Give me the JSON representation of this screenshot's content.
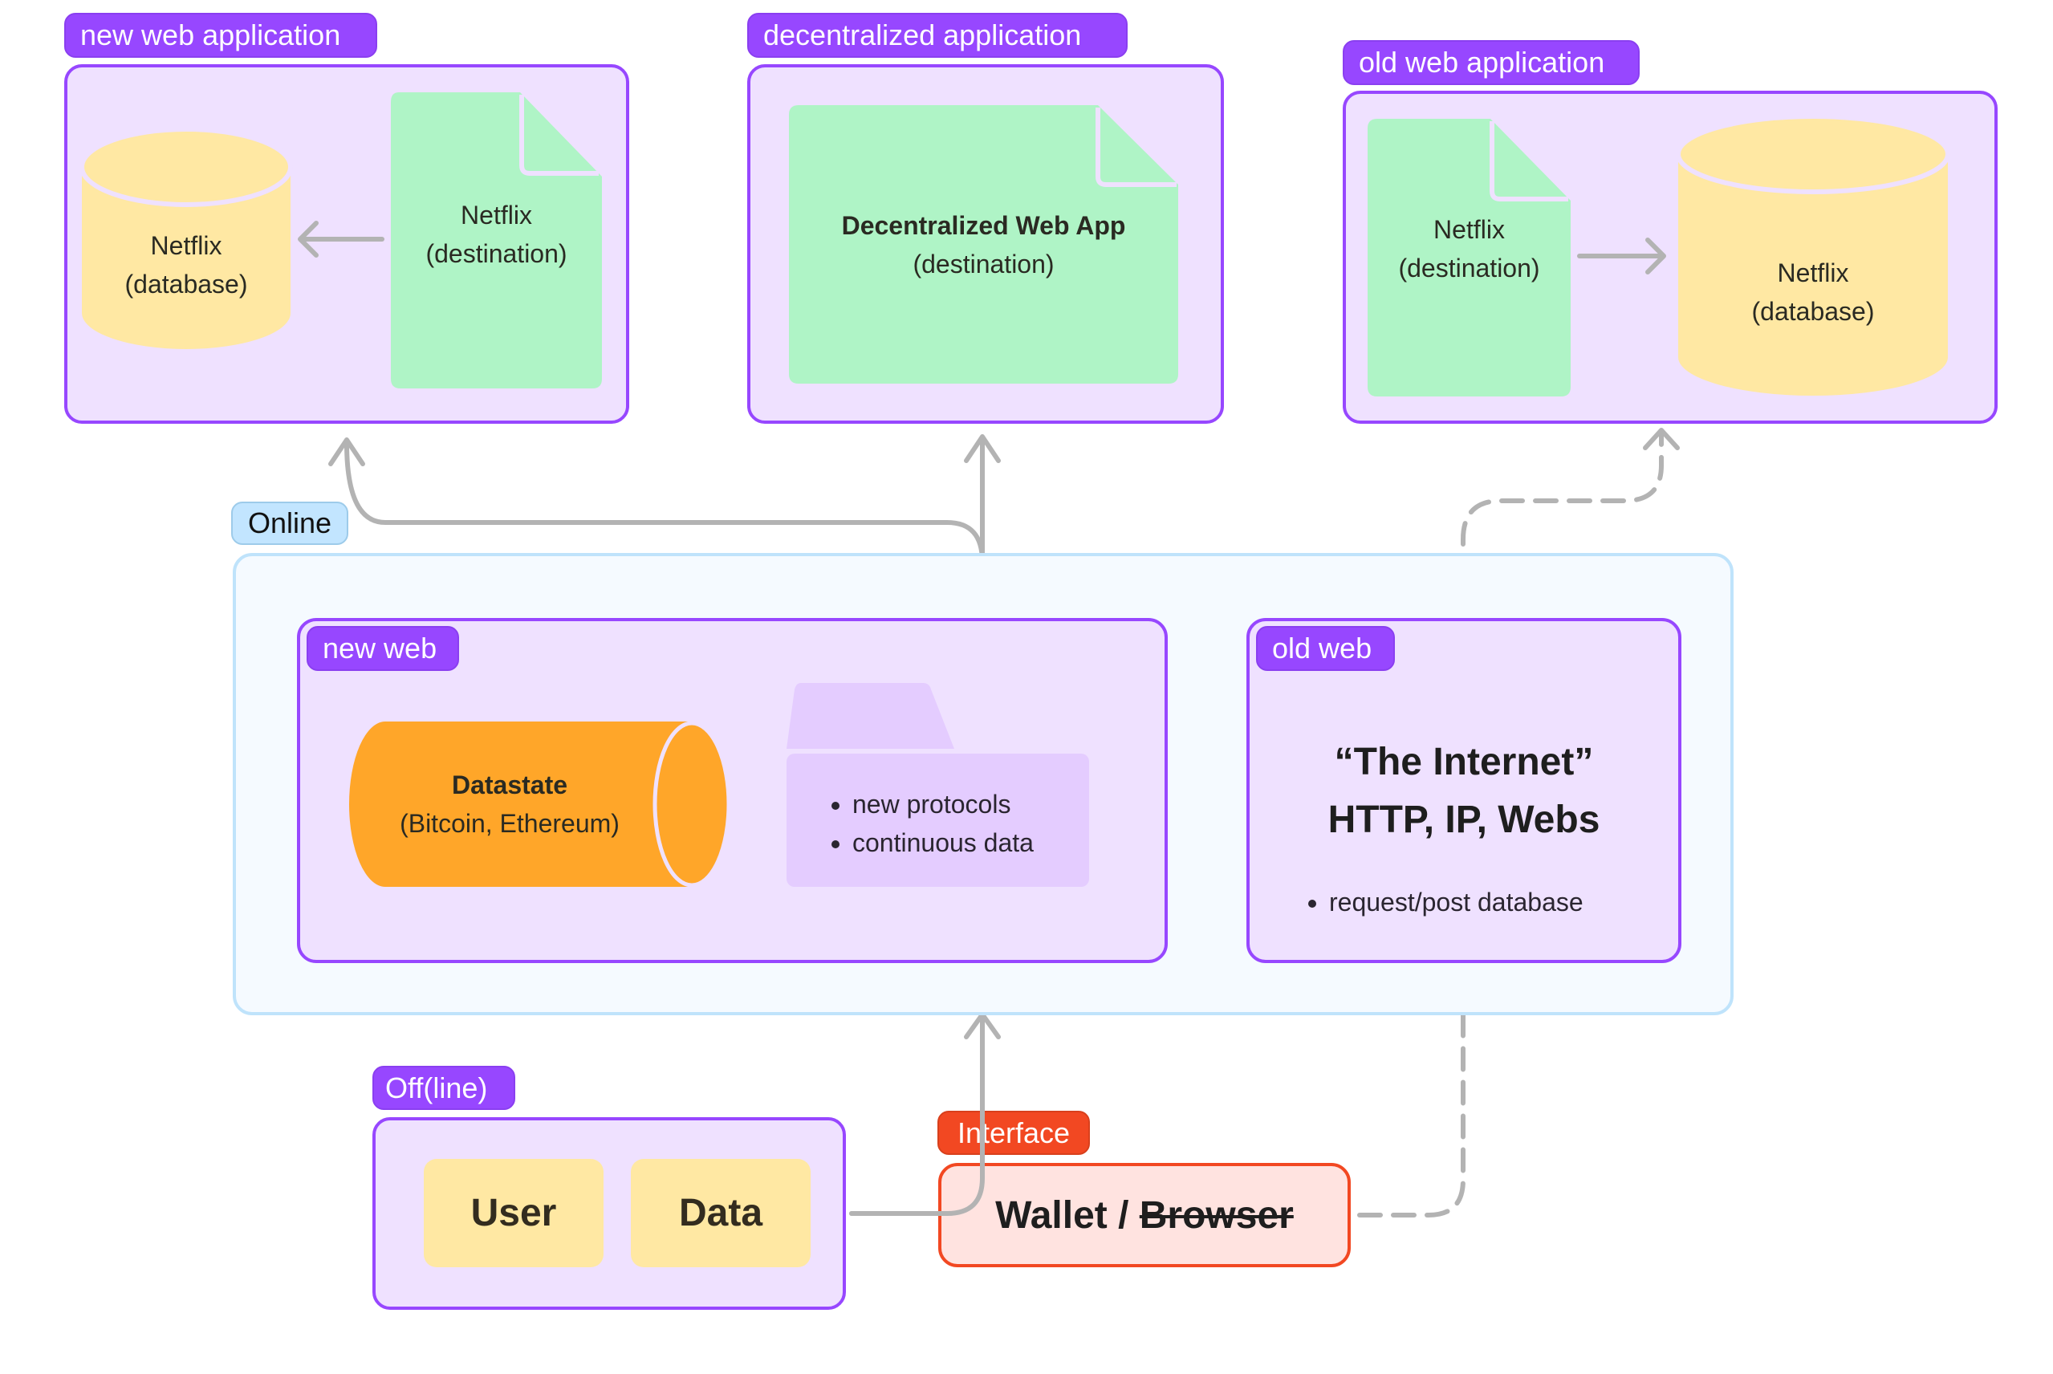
{
  "colors": {
    "frame_border": "#9747ff",
    "frame_fill": "#efe1ff",
    "tag_fill": "#9747ff",
    "online_fill": "#f5faff",
    "online_border": "#bfe3fb",
    "online_tag_fill": "#c2e5ff",
    "document_fill": "#aff4c6",
    "database_fill": "#ffe8a3",
    "datastate_fill": "#ffa629",
    "folder_fill": "#e4ccff",
    "interface_accent": "#f24822",
    "wallet_fill": "#ffe3e0",
    "connector": "#b3b3b3"
  },
  "new_web_application": {
    "tag": "new web application",
    "database": {
      "icon": "database-cylinder-icon",
      "title": "Netflix",
      "subtitle": "(database)"
    },
    "destination": {
      "icon": "document-icon",
      "title": "Netflix",
      "subtitle": "(destination)"
    },
    "arrow": "destination-to-database"
  },
  "decentralized_application": {
    "tag": "decentralized application",
    "destination": {
      "icon": "document-icon",
      "title": "Decentralized Web App",
      "subtitle": "(destination)"
    }
  },
  "old_web_application": {
    "tag": "old web application",
    "destination": {
      "icon": "document-icon",
      "title": "Netflix",
      "subtitle": "(destination)"
    },
    "database": {
      "icon": "database-cylinder-icon",
      "title": "Netflix",
      "subtitle": "(database)"
    },
    "arrow": "destination-to-database"
  },
  "online": {
    "tag": "Online",
    "new_web": {
      "tag": "new web",
      "datastate": {
        "icon": "horizontal-cylinder-icon",
        "title": "Datastate",
        "subtitle": "(Bitcoin, Ethereum)"
      },
      "folder": {
        "icon": "folder-icon",
        "bullets": [
          "new protocols",
          "continuous data"
        ]
      }
    },
    "old_web": {
      "tag": "old web",
      "title_line1": "“The Internet”",
      "title_line2": "HTTP,  IP, Webs",
      "bullets": [
        "request/post database"
      ]
    }
  },
  "offline": {
    "tag": "Off(line)",
    "items": [
      "User",
      "Data"
    ]
  },
  "interface": {
    "tag": "Interface",
    "wallet_label": "Wallet / ",
    "browser_label_struck": "Browser"
  },
  "connectors": [
    {
      "from": "offline",
      "to": "online.new_web",
      "style": "solid"
    },
    {
      "from": "online",
      "to": "new_web_application",
      "style": "solid"
    },
    {
      "from": "online",
      "to": "decentralized_application",
      "style": "solid"
    },
    {
      "from": "interface.wallet",
      "to": "online.old_web",
      "style": "dashed"
    },
    {
      "from": "online.old_web",
      "to": "old_web_application",
      "style": "dashed"
    }
  ]
}
